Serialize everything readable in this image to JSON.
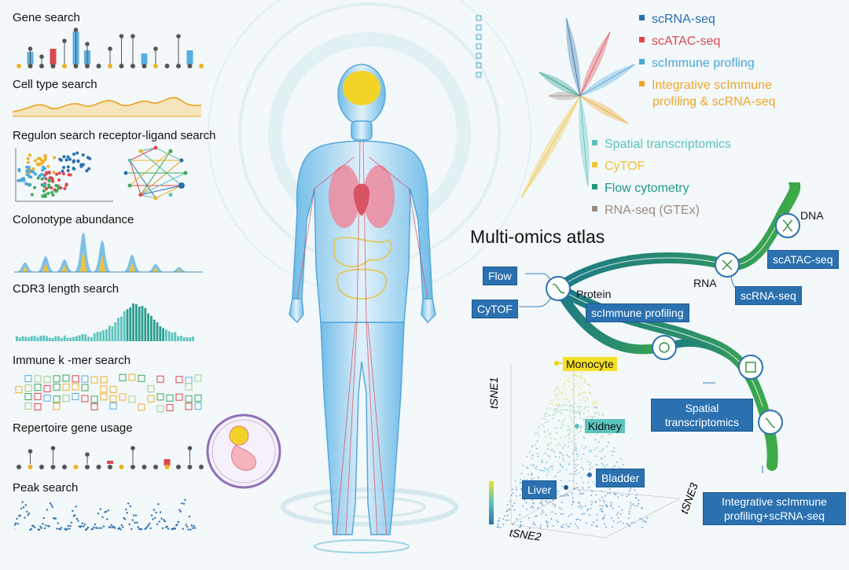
{
  "left_panel": {
    "sections": [
      {
        "label": "Gene search"
      },
      {
        "label": "Cell type search"
      },
      {
        "label": "Regulon search receptor-ligand search"
      },
      {
        "label": "Colonotype abundance"
      },
      {
        "label": "CDR3 length search"
      },
      {
        "label": "Immune k -mer search"
      },
      {
        "label": "Repertoire gene usage"
      },
      {
        "label": "Peak search"
      }
    ]
  },
  "legend": [
    {
      "label": "scRNA-seq",
      "color": "#2b6fad"
    },
    {
      "label": "scATAC-seq",
      "color": "#e0464e"
    },
    {
      "label": "scImmune profling",
      "color": "#4aa6d8"
    },
    {
      "label": "Integrative scImmune",
      "label2": "profiling & scRNA-seq",
      "color": "#efa52a"
    },
    {
      "label": "Spatial transcriptomics",
      "color": "#5cc3bd"
    },
    {
      "label": "CyTOF",
      "color": "#efc43a"
    },
    {
      "label": "Flow cytometry",
      "color": "#1f9a84"
    },
    {
      "label": "RNA-seq (GTEx)",
      "color": "#9e8a7f"
    }
  ],
  "atlas": {
    "title": "Multi-omics atlas",
    "nodes": {
      "dna": "DNA",
      "rna": "RNA",
      "protein": "Protein"
    },
    "boxes": {
      "flow": "Flow",
      "cytof": "CyTOF",
      "scatac": "scATAC-seq",
      "scrna": "scRNA-seq",
      "scimmune": "scImmune profiling",
      "spatial_1": "Spatial",
      "spatial_2": "transcriptomics",
      "integrative_1": "Integrative scImmune",
      "integrative_2": "profiling+scRNA-seq"
    }
  },
  "tsne": {
    "axis_x": "tSNE2",
    "axis_y": "tSNE1",
    "axis_z": "tSNE3",
    "labels": {
      "monocyte": "Monocyte",
      "kidney": "Kidney",
      "bladder": "Bladder",
      "liver": "Liver"
    }
  },
  "colors": {
    "node_blue": "#2b71b0",
    "tube_green": "#3daa48",
    "tube_teal": "#1d7a86"
  },
  "icons": [
    "dna-icon",
    "rna-icon",
    "protein-icon",
    "cell-icon",
    "spatial-icon",
    "immune-icon"
  ]
}
